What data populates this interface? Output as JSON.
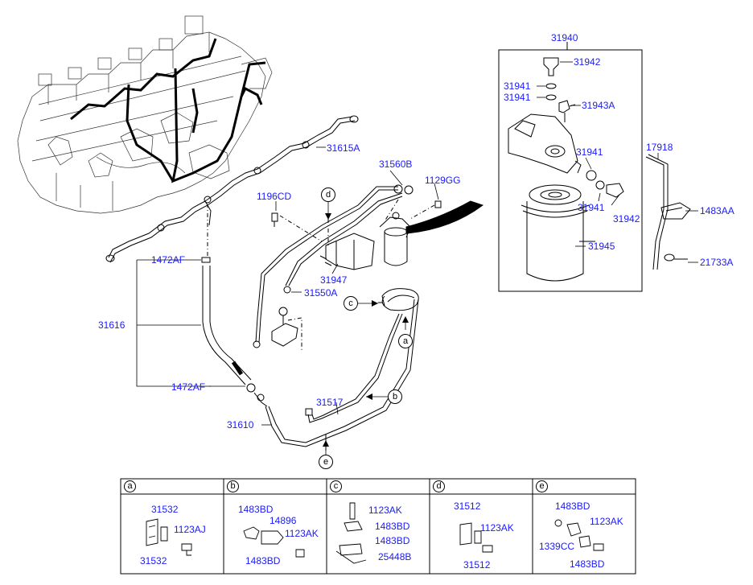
{
  "callouts": {
    "c31940": "31940",
    "c31942a": "31942",
    "c31941a": "31941",
    "c31941b": "31941",
    "c31943a": "31943A",
    "c31941c": "31941",
    "c31941d": "31941",
    "c31942b": "31942",
    "c31945": "31945",
    "c17918": "17918",
    "c1483aa": "1483AA",
    "c21733a": "21733A",
    "c31615a": "31615A",
    "c31560b": "31560B",
    "c1129gg": "1129GG",
    "c1196cd": "1196CD",
    "c1472af_top": "1472AF",
    "c31947": "31947",
    "c31550a": "31550A",
    "c31616": "31616",
    "c1472af_bot": "1472AF",
    "c31517": "31517",
    "c31610": "31610"
  },
  "view_markers": {
    "d_top": "d",
    "c_mid": "c",
    "a_mid": "a",
    "b_mid": "b",
    "e_bot": "e"
  },
  "detail_table": {
    "cells": [
      {
        "key": "a",
        "labels": [
          "31532",
          "1123AJ",
          "31532"
        ]
      },
      {
        "key": "b",
        "labels": [
          "1483BD",
          "14896",
          "1123AK",
          "1483BD"
        ]
      },
      {
        "key": "c",
        "labels": [
          "1123AK",
          "1483BD",
          "1483BD",
          "25448B"
        ]
      },
      {
        "key": "d",
        "labels": [
          "31512",
          "1123AK",
          "31512"
        ]
      },
      {
        "key": "e",
        "labels": [
          "1483BD",
          "1123AK",
          "1339CC",
          "1483BD"
        ]
      }
    ]
  }
}
